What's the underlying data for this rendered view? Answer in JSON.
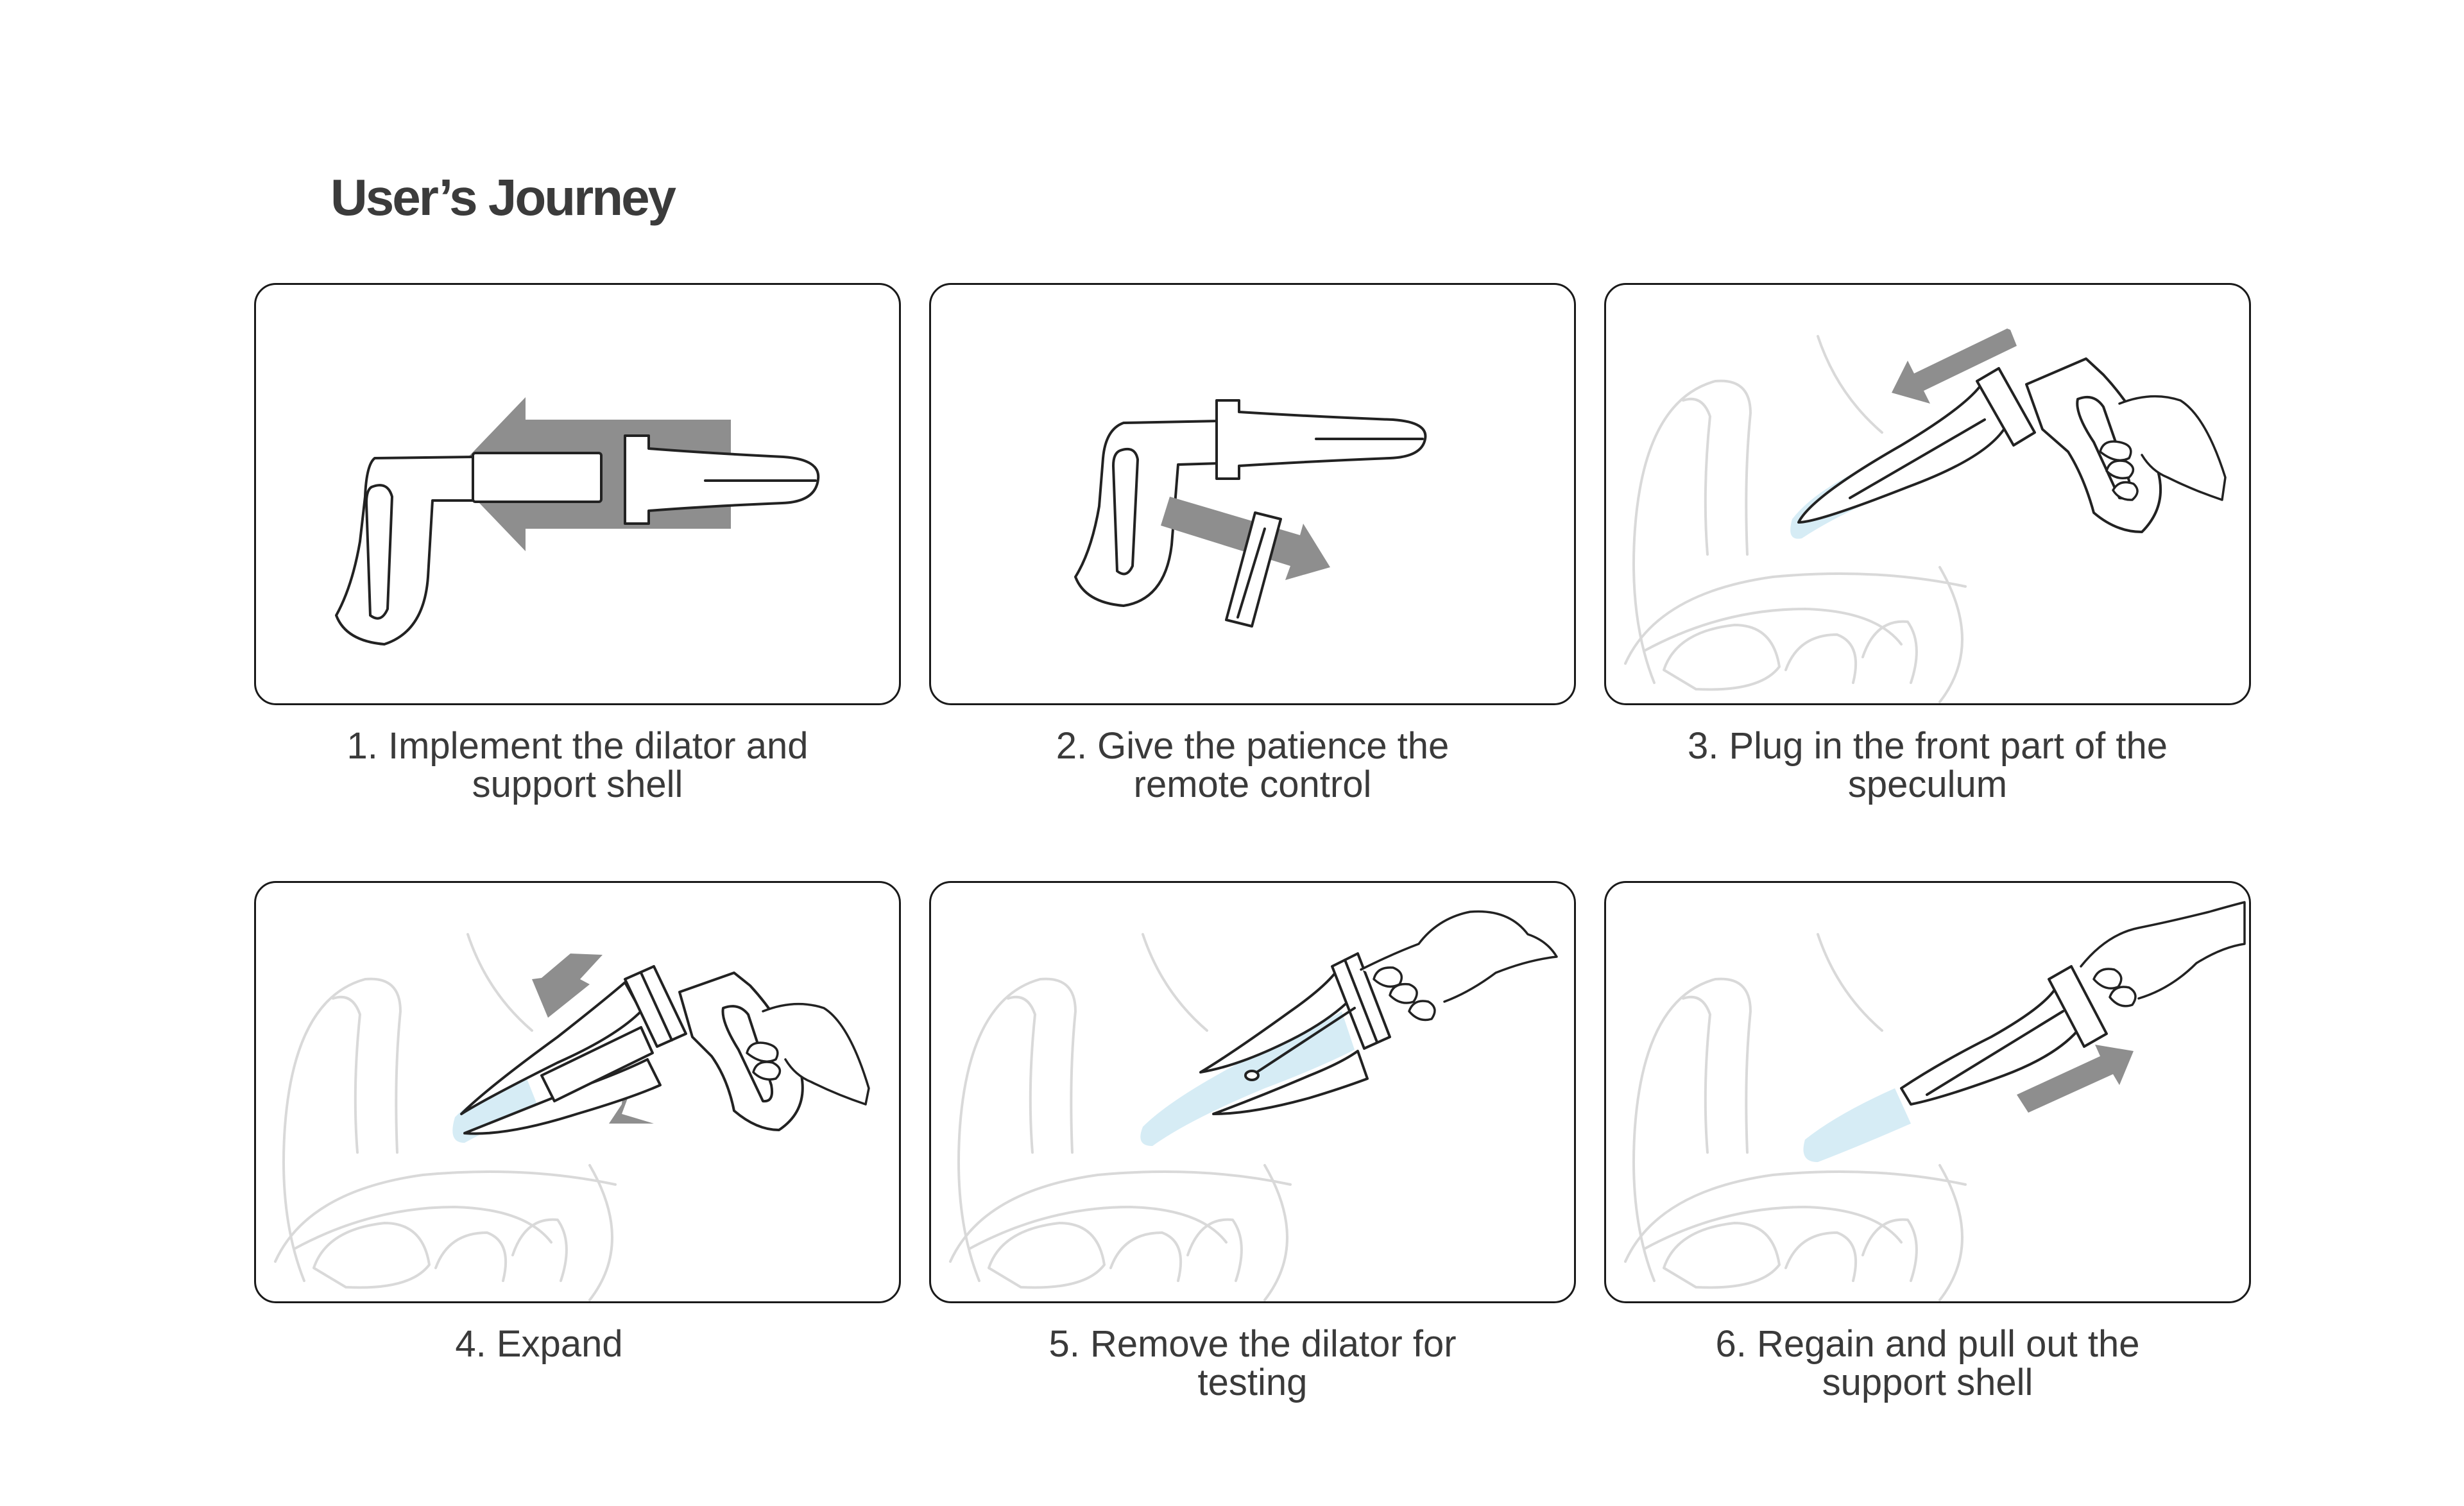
{
  "page": {
    "title": "User’s Journey"
  },
  "steps": [
    {
      "caption": "1. Implement the dilator and support shell"
    },
    {
      "caption": "2. Give the patience the remote control"
    },
    {
      "caption": "3. Plug in the front part of the speculum"
    },
    {
      "caption": "4. Expand"
    },
    {
      "caption": "5. Remove the dilator for testing"
    },
    {
      "caption": "6. Regain and pull out the support shell"
    }
  ],
  "colors": {
    "outline": "#222222",
    "arrow": "#8e8e8e",
    "anatomy": "#d9d9d9",
    "tip_highlight": "#d6ecf5"
  }
}
